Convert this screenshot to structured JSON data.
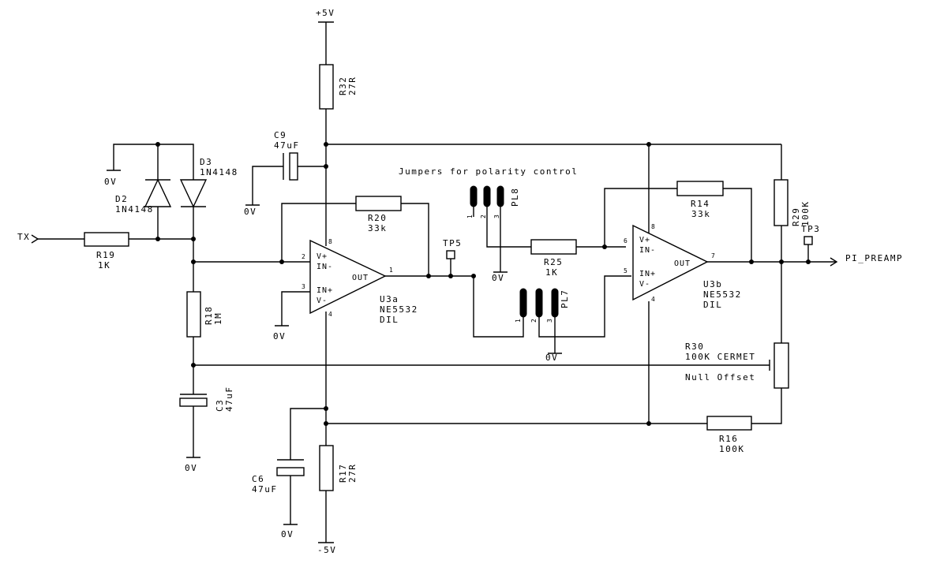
{
  "rails": {
    "pos": "+5V",
    "neg": "-5V"
  },
  "ground": "0V",
  "input_label": "TX",
  "output_label": "PI_PREAMP",
  "note": "Jumpers for polarity control",
  "components": {
    "r32": {
      "ref": "R32",
      "value": "27R"
    },
    "r17": {
      "ref": "R17",
      "value": "27R"
    },
    "r19": {
      "ref": "R19",
      "value": "1K"
    },
    "r18": {
      "ref": "R18",
      "value": "1M"
    },
    "r20": {
      "ref": "R20",
      "value": "33k"
    },
    "r25": {
      "ref": "R25",
      "value": "1K"
    },
    "r14": {
      "ref": "R14",
      "value": "33k"
    },
    "r29": {
      "ref": "R29",
      "value": "100K"
    },
    "r16": {
      "ref": "R16",
      "value": "100K"
    },
    "r30": {
      "ref": "R30",
      "value": "100K CERMET",
      "note": "Null Offset"
    },
    "c9": {
      "ref": "C9",
      "value": "47uF"
    },
    "c3": {
      "ref": "C3",
      "value": "47uF"
    },
    "c6": {
      "ref": "C6",
      "value": "47uF"
    },
    "d2": {
      "ref": "D2",
      "value": "1N4148"
    },
    "d3": {
      "ref": "D3",
      "value": "1N4148"
    },
    "u3a": {
      "ref": "U3a",
      "part": "NE5532",
      "package": "DIL"
    },
    "u3b": {
      "ref": "U3b",
      "part": "NE5532",
      "package": "DIL"
    },
    "pl8": {
      "ref": "PL8"
    },
    "pl7": {
      "ref": "PL7"
    },
    "tp5": {
      "ref": "TP5"
    },
    "tp3": {
      "ref": "TP3"
    }
  },
  "opamp_pins": {
    "vplus": "V+",
    "in_minus": "IN-",
    "in_plus": "IN+",
    "vminus": "V-",
    "out": "OUT",
    "u3a": {
      "in_minus": "2",
      "in_plus": "3",
      "out": "1",
      "vplus": "8",
      "vminus": "4"
    },
    "u3b": {
      "in_minus": "6",
      "in_plus": "5",
      "out": "7",
      "vplus": "8",
      "vminus": "4"
    }
  },
  "jumper_pins": [
    "1",
    "2",
    "3"
  ]
}
